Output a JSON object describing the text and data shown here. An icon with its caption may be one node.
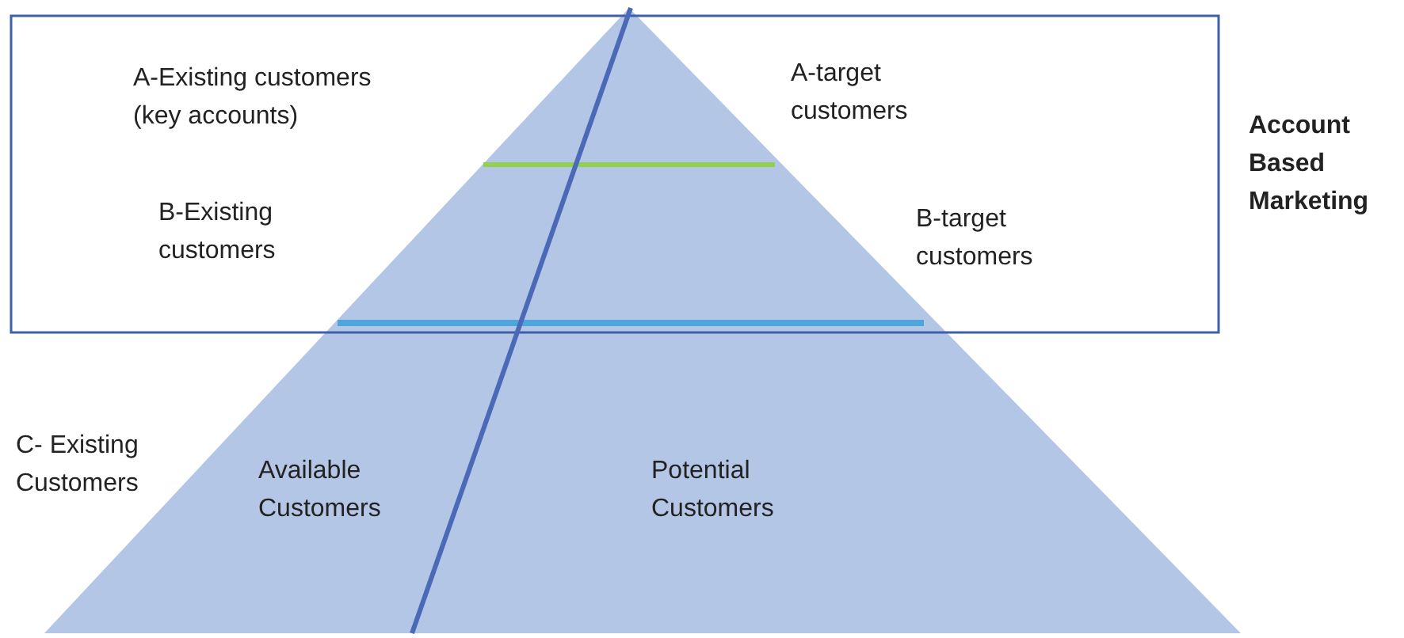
{
  "diagram": {
    "labels": [
      "A-Existing customers (key accounts)",
      "A-target customers",
      "Account Based Marketing",
      "B-Existing customers",
      "B-target customers",
      "C- Existing Customers",
      "Available Customers",
      "Potential Customers"
    ]
  }
}
